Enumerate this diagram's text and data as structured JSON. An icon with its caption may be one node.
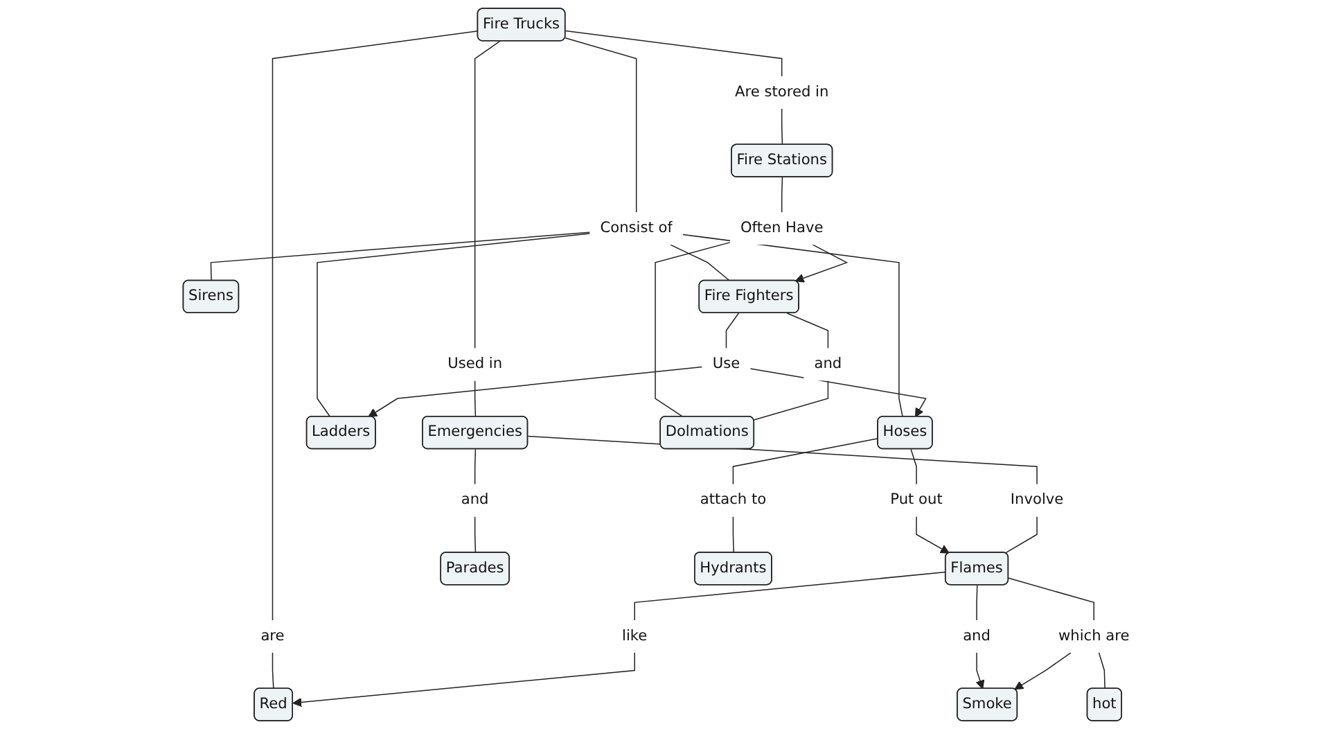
{
  "diagram": {
    "nodes": [
      {
        "text": [
          "Fire Trucks"
        ]
      },
      {
        "text": [
          "Are stored in"
        ]
      },
      {
        "text": [
          "Used in"
        ]
      },
      {
        "text": [
          "are"
        ]
      },
      {
        "text": [
          "Consist of"
        ]
      },
      {
        "text": [
          "Red"
        ]
      },
      {
        "text": [
          "Emergencies"
        ]
      },
      {
        "text": [
          "Sirens"
        ]
      },
      {
        "text": [
          "Fire Stations"
        ]
      },
      {
        "text": [
          "Ladders"
        ]
      },
      {
        "text": [
          "and"
        ]
      },
      {
        "text": [
          "Fire Fighters"
        ]
      },
      {
        "text": [
          "like"
        ]
      },
      {
        "text": [
          "Involve"
        ]
      },
      {
        "text": [
          "Flames"
        ]
      },
      {
        "text": [
          "Smoke"
        ]
      },
      {
        "text": [
          "Parades"
        ]
      },
      {
        "text": [
          "and"
        ]
      },
      {
        "text": [
          "Put out"
        ]
      },
      {
        "text": [
          "Often Have"
        ]
      },
      {
        "text": [
          "Hoses"
        ]
      },
      {
        "text": [
          "Use"
        ]
      },
      {
        "text": [
          "and"
        ]
      },
      {
        "text": [
          "which are"
        ]
      },
      {
        "text": [
          "attach to"
        ]
      },
      {
        "text": [
          "Dolmations"
        ]
      },
      {
        "text": [
          "hot"
        ]
      },
      {
        "text": [
          "Hydrants"
        ]
      }
    ],
    "edges": [
      {
        "from": 0,
        "to": 1,
        "arrow": "none"
      },
      {
        "from": 1,
        "to": 8,
        "arrow": "none"
      },
      {
        "from": 0,
        "to": 2,
        "arrow": "none"
      },
      {
        "from": 2,
        "to": 6,
        "arrow": "none"
      },
      {
        "from": 0,
        "to": 3,
        "arrow": "none"
      },
      {
        "from": 3,
        "to": 5,
        "arrow": "none"
      },
      {
        "from": 0,
        "to": 4,
        "arrow": "none"
      },
      {
        "from": 4,
        "to": 11,
        "arrow": "none"
      },
      {
        "from": 4,
        "to": 9,
        "arrow": "none"
      },
      {
        "from": 4,
        "to": 7,
        "arrow": "none"
      },
      {
        "from": 4,
        "to": 20,
        "arrow": "none"
      },
      {
        "from": 8,
        "to": 19,
        "arrow": "none"
      },
      {
        "from": 19,
        "to": 11,
        "arrow": "to"
      },
      {
        "from": 19,
        "to": 25,
        "arrow": "none"
      },
      {
        "from": 11,
        "to": 22,
        "arrow": "none"
      },
      {
        "from": 22,
        "to": 25,
        "arrow": "none"
      },
      {
        "from": 11,
        "to": 21,
        "arrow": "none"
      },
      {
        "from": 21,
        "to": 9,
        "arrow": "to"
      },
      {
        "from": 21,
        "to": 20,
        "arrow": "to"
      },
      {
        "from": 20,
        "to": 18,
        "arrow": "none"
      },
      {
        "from": 18,
        "to": 14,
        "arrow": "to"
      },
      {
        "from": 20,
        "to": 24,
        "arrow": "none"
      },
      {
        "from": 24,
        "to": 27,
        "arrow": "none"
      },
      {
        "from": 14,
        "to": 12,
        "arrow": "none"
      },
      {
        "from": 12,
        "to": 5,
        "arrow": "to"
      },
      {
        "from": 6,
        "to": 13,
        "arrow": "none"
      },
      {
        "from": 13,
        "to": 14,
        "arrow": "none"
      },
      {
        "from": 6,
        "to": 10,
        "arrow": "none"
      },
      {
        "from": 10,
        "to": 16,
        "arrow": "none"
      },
      {
        "from": 14,
        "to": 17,
        "arrow": "none"
      },
      {
        "from": 17,
        "to": 15,
        "arrow": "to"
      },
      {
        "from": 14,
        "to": 23,
        "arrow": "none"
      },
      {
        "from": 23,
        "to": 26,
        "arrow": "none"
      },
      {
        "from": 23,
        "to": 15,
        "arrow": "to"
      }
    ]
  }
}
